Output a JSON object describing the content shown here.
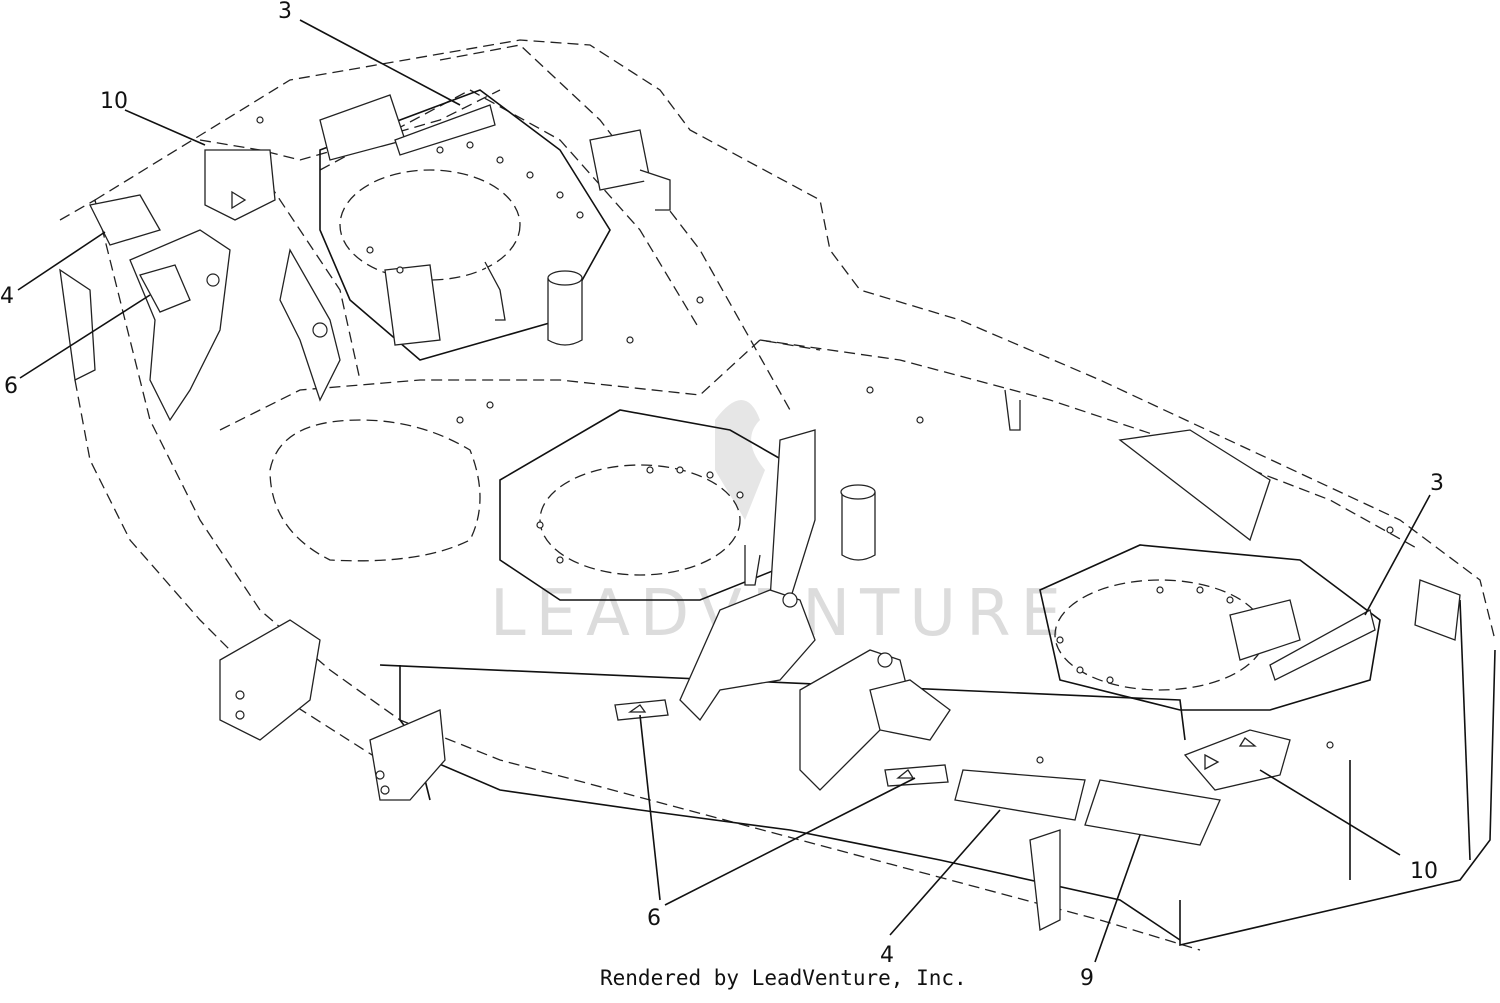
{
  "diagram": {
    "watermark": "LEADVENTURE",
    "footer": "Rendered by LeadVenture, Inc.",
    "callouts": [
      {
        "id": "3",
        "label": "3"
      },
      {
        "id": "10",
        "label": "10"
      },
      {
        "id": "4",
        "label": "4"
      },
      {
        "id": "6",
        "label": "6"
      },
      {
        "id": "3b",
        "label": "3"
      },
      {
        "id": "10b",
        "label": "10"
      },
      {
        "id": "6b",
        "label": "6"
      },
      {
        "id": "4b",
        "label": "4"
      },
      {
        "id": "9",
        "label": "9"
      }
    ]
  }
}
